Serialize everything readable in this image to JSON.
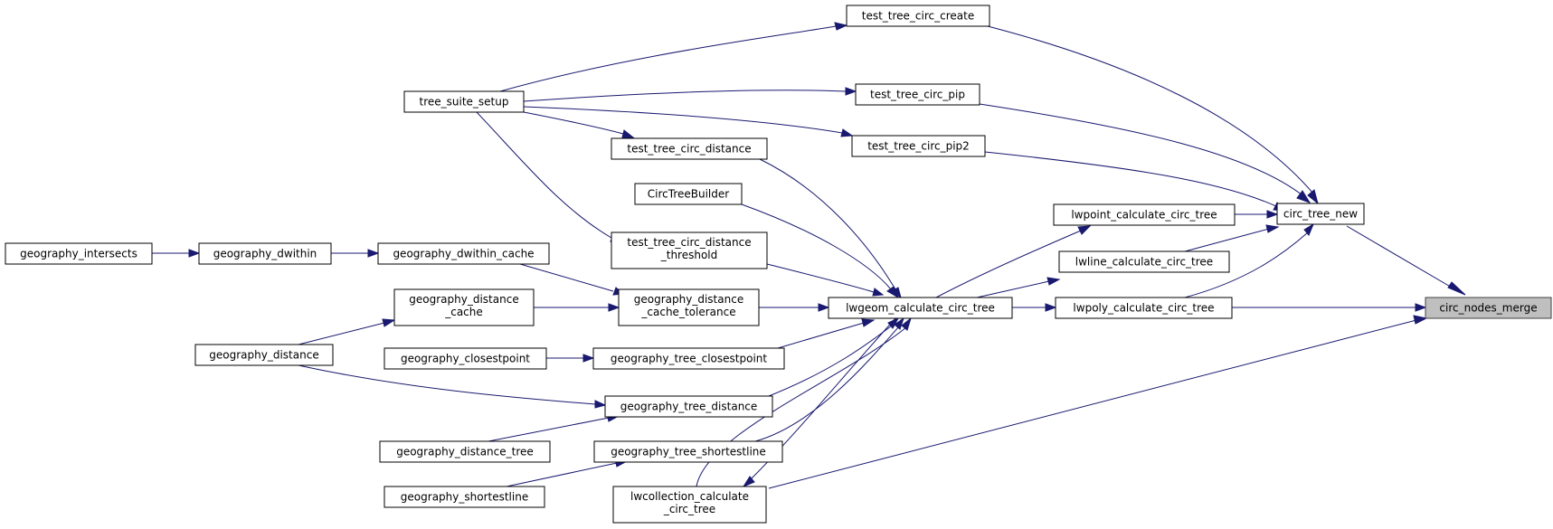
{
  "graph": {
    "colors": {
      "edge": "#191970",
      "highlight_fill": "#bfbfbf",
      "node_stroke": "#000000"
    },
    "nodes": {
      "circ_nodes_merge": [
        "circ_nodes_merge"
      ],
      "circ_tree_new": [
        "circ_tree_new"
      ],
      "lwpoly_calculate_circ_tree": [
        "lwpoly_calculate_circ_tree"
      ],
      "lwline_calculate_circ_tree": [
        "lwline_calculate_circ_tree"
      ],
      "lwpoint_calculate_circ_tree": [
        "lwpoint_calculate_circ_tree"
      ],
      "test_tree_circ_create": [
        "test_tree_circ_create"
      ],
      "test_tree_circ_pip": [
        "test_tree_circ_pip"
      ],
      "test_tree_circ_pip2": [
        "test_tree_circ_pip2"
      ],
      "lwgeom_calculate_circ_tree": [
        "lwgeom_calculate_circ_tree"
      ],
      "lwcollection_calculate_circ_tree": [
        "lwcollection_calculate",
        "_circ_tree"
      ],
      "tree_suite_setup": [
        "tree_suite_setup"
      ],
      "test_tree_circ_distance": [
        "test_tree_circ_distance"
      ],
      "CircTreeBuilder": [
        "CircTreeBuilder"
      ],
      "test_tree_circ_distance_threshold": [
        "test_tree_circ_distance",
        "_threshold"
      ],
      "geography_distance_cache_tolerance": [
        "geography_distance",
        "_cache_tolerance"
      ],
      "geography_tree_closestpoint": [
        "geography_tree_closestpoint"
      ],
      "geography_tree_distance": [
        "geography_tree_distance"
      ],
      "geography_tree_shortestline": [
        "geography_tree_shortestline"
      ],
      "geography_dwithin_cache": [
        "geography_dwithin_cache"
      ],
      "geography_distance_cache": [
        "geography_distance",
        "_cache"
      ],
      "geography_closestpoint": [
        "geography_closestpoint"
      ],
      "geography_distance_tree": [
        "geography_distance_tree"
      ],
      "geography_shortestline": [
        "geography_shortestline"
      ],
      "geography_dwithin": [
        "geography_dwithin"
      ],
      "geography_distance": [
        "geography_distance"
      ],
      "geography_intersects": [
        "geography_intersects"
      ]
    }
  }
}
